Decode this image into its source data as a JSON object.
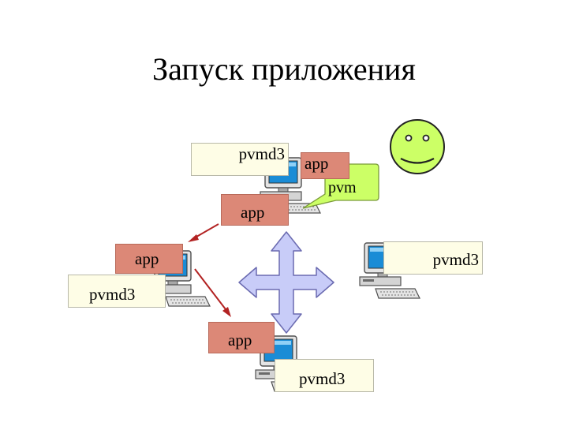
{
  "slide": {
    "title": "Запуск приложения"
  },
  "labels": {
    "pvmd3": "pvmd3",
    "app": "app",
    "pvm": "pvm"
  },
  "icons": {
    "computer": "computer-icon",
    "smiley": "smiley-face-icon",
    "move": "four-way-arrow-icon",
    "arrow": "red-arrow-icon"
  },
  "colors": {
    "pvmd_box": "#fefde6",
    "app_box": "#dc8877",
    "pvm_bubble": "#ccff66",
    "smiley": "#ccff66",
    "move_arrow": "#c8ccf8",
    "red_arrow": "#b22222"
  }
}
